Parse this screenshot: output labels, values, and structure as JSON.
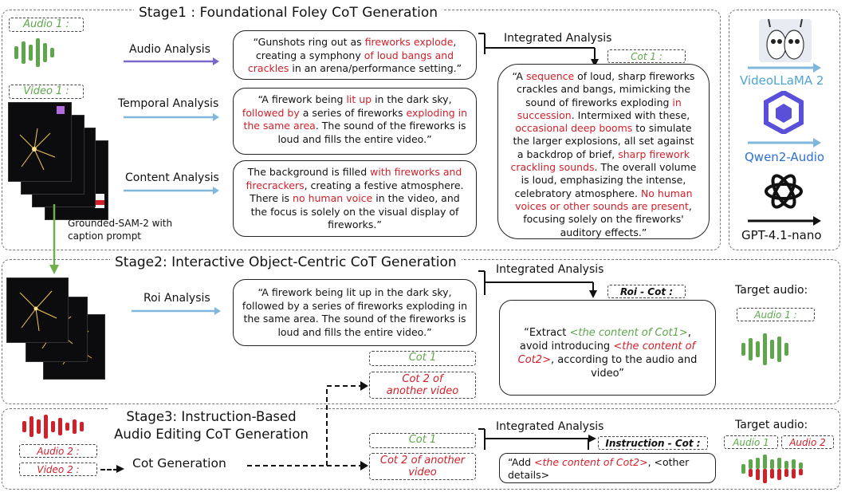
{
  "stage1": {
    "title": "Stage1 : Foundational Foley CoT Generation",
    "audio_tag": "Audio 1 :",
    "video_tag": "Video 1 :",
    "audio_analysis_label": "Audio Analysis",
    "temporal_analysis_label": "Temporal Analysis",
    "content_analysis_label": "Content Analysis",
    "audio_bubble": [
      {
        "t": "“Gunshots ring out as ",
        "r": false
      },
      {
        "t": "fireworks explode",
        "r": true
      },
      {
        "t": ", creating a symphony ",
        "r": false
      },
      {
        "t": "of loud bangs and crackles",
        "r": true
      },
      {
        "t": " in an arena/performance setting.”",
        "r": false
      }
    ],
    "temporal_bubble": [
      {
        "t": "“A firework being ",
        "r": false
      },
      {
        "t": "lit up",
        "r": true
      },
      {
        "t": " in the dark sky, ",
        "r": false
      },
      {
        "t": "followed by",
        "r": true
      },
      {
        "t": " a series of fireworks ",
        "r": false
      },
      {
        "t": "exploding in the same area",
        "r": true
      },
      {
        "t": ". The sound of the fireworks is loud and fills the entire video.”",
        "r": false
      }
    ],
    "content_bubble": [
      {
        "t": "The background is filled ",
        "r": false
      },
      {
        "t": "with fireworks and firecrackers",
        "r": true
      },
      {
        "t": ", creating a festive atmosphere. There is ",
        "r": false
      },
      {
        "t": "no human voice",
        "r": true
      },
      {
        "t": " in the video, and the focus is solely on the visual display of fireworks.”",
        "r": false
      }
    ],
    "integrated_label": "Integrated Analysis",
    "cot_tag": "Cot 1 :",
    "integrated_bubble": [
      {
        "t": "“A ",
        "r": false
      },
      {
        "t": "sequence",
        "r": true
      },
      {
        "t": " of loud, sharp fireworks crackles and bangs, mimicking the sound of fireworks exploding ",
        "r": false
      },
      {
        "t": "in succession",
        "r": true
      },
      {
        "t": ". Intermixed with these, ",
        "r": false
      },
      {
        "t": "occasional deep booms",
        "r": true
      },
      {
        "t": " to simulate the larger explosions, all set against a backdrop of brief, ",
        "r": false
      },
      {
        "t": "sharp firework crackling sounds",
        "r": true
      },
      {
        "t": ". The overall volume is loud, emphasizing the intense, celebratory atmosphere. ",
        "r": false
      },
      {
        "t": "No human voices or other sounds are present",
        "r": true
      },
      {
        "t": ", focusing solely on the fireworks' auditory effects.”",
        "r": false
      }
    ],
    "grounded_sam": "Grounded-SAM-2 with caption prompt"
  },
  "models": {
    "videollama": "VideoLLaMA 2",
    "qwen": "Qwen2-Audio",
    "gpt": "GPT-4.1-nano",
    "colors": {
      "videollama": "#4fa3d1",
      "qwen": "#2e6fd8",
      "gpt": "#111111"
    }
  },
  "stage2": {
    "title": "Stage2: Interactive Object-Centric CoT Generation",
    "roi_label": "Roi Analysis",
    "roi_bubble": "“A firework being lit up in the dark sky, followed by a series of fireworks exploding in the same area. The sound of the fireworks is loud and fills the entire video.”",
    "cot1": "Cot 1",
    "cot2": "Cot 2 of another video",
    "integrated_label": "Integrated Analysis",
    "roi_cot_tag": "Roi - Cot :",
    "extract_bubble": [
      {
        "t": "“Extract ",
        "c": "plain"
      },
      {
        "t": "<the content of Cot1>",
        "c": "green"
      },
      {
        "t": ", avoid introducing ",
        "c": "plain"
      },
      {
        "t": "<the content of Cot2>",
        "c": "red"
      },
      {
        "t": ", according to the audio and video”",
        "c": "plain"
      }
    ],
    "target_audio_label": "Target audio:",
    "target_audio_tag": "Audio 1 :"
  },
  "stage3": {
    "title": "Stage3: Instruction-Based Audio Editing CoT Generation",
    "audio_tag": "Audio 2 :",
    "video_tag": "Video 2 :",
    "cot_generation": "Cot Generation",
    "cot1": "Cot 1",
    "cot2": "Cot 2 of another video",
    "integrated_label": "Integrated Analysis",
    "instruction_cot_tag": "Instruction - Cot :",
    "add_bubble": [
      {
        "t": "“Add ",
        "c": "plain"
      },
      {
        "t": "<the content of Cot2>",
        "c": "red"
      },
      {
        "t": ",  <other details>",
        "c": "plain"
      }
    ],
    "target_audio_label": "Target audio:",
    "target_audio1": "Audio 1",
    "target_audio2": "Audio 2"
  },
  "colors": {
    "green": "#5ea64c",
    "red": "#d0202a",
    "audio_arrow": "#7b68c9",
    "analysis_arrow": "#7fb8dc",
    "green_arrow": "#6fb04a"
  }
}
